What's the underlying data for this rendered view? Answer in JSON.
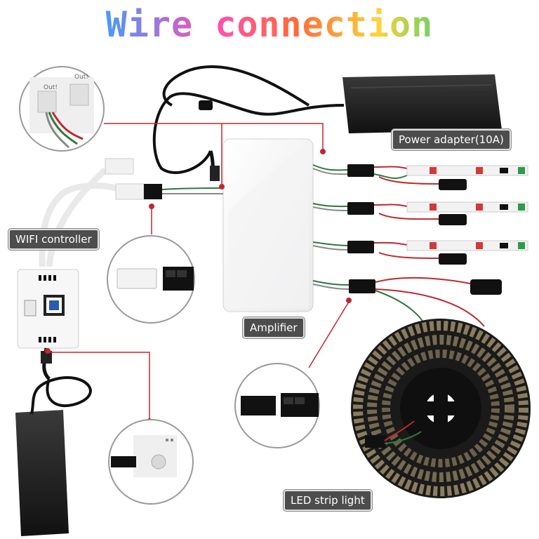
{
  "title": "Wire connection",
  "labels": {
    "power_adapter": "Power adapter(10A)",
    "wifi_controller": "WIFI controller",
    "amplifier": "Amplifier",
    "led_strip": "LED strip light"
  },
  "zoom_details": {
    "controller_port_left": "Out!",
    "controller_port_right": "Out!"
  },
  "colors": {
    "leader_line": "#c0282d",
    "label_bg": "#4d4d4d",
    "label_text": "#ffffff"
  }
}
